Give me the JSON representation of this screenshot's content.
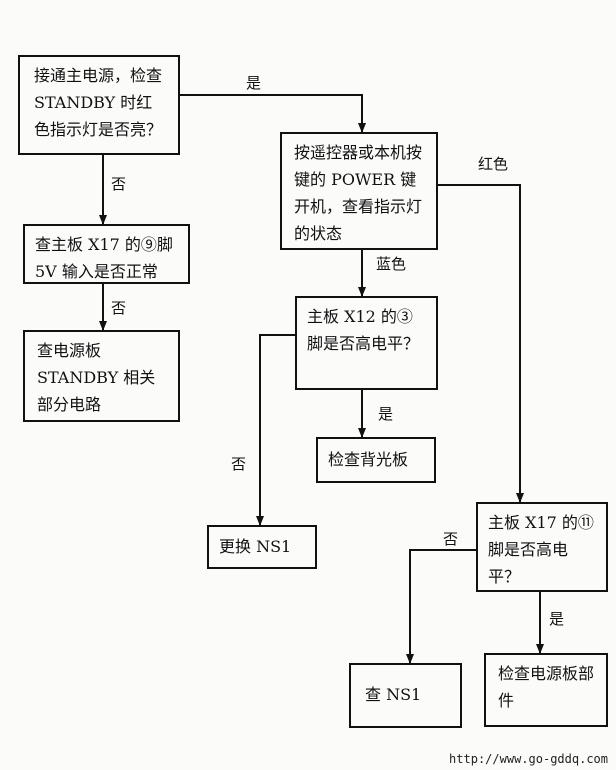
{
  "nodes": {
    "n1": "接通主电源，检查 STANDBY 时红色指示灯是否亮？",
    "n2": "按遥控器或本机按键的 POWER 键开机，查看指示灯的状态",
    "n3": "查主板 X17 的⑨脚 5V 输入是否正常",
    "n4": "查电源板 STANDBY 相关部分电路",
    "n5": "主板 X12 的③脚是否高电平？",
    "n6": "检查背光板",
    "n7": "更换 NS1",
    "n8": "主板 X17 的⑪脚是否高电平？",
    "n9": "查 NS1",
    "n10": "检查电源板部件"
  },
  "edges": {
    "yes1": "是",
    "no1": "否",
    "no2": "否",
    "red": "红色",
    "blue": "蓝色",
    "yes2": "是",
    "no3": "否",
    "no4": "否",
    "yes3": "是"
  },
  "footer": "http://www.go-gddq.com"
}
